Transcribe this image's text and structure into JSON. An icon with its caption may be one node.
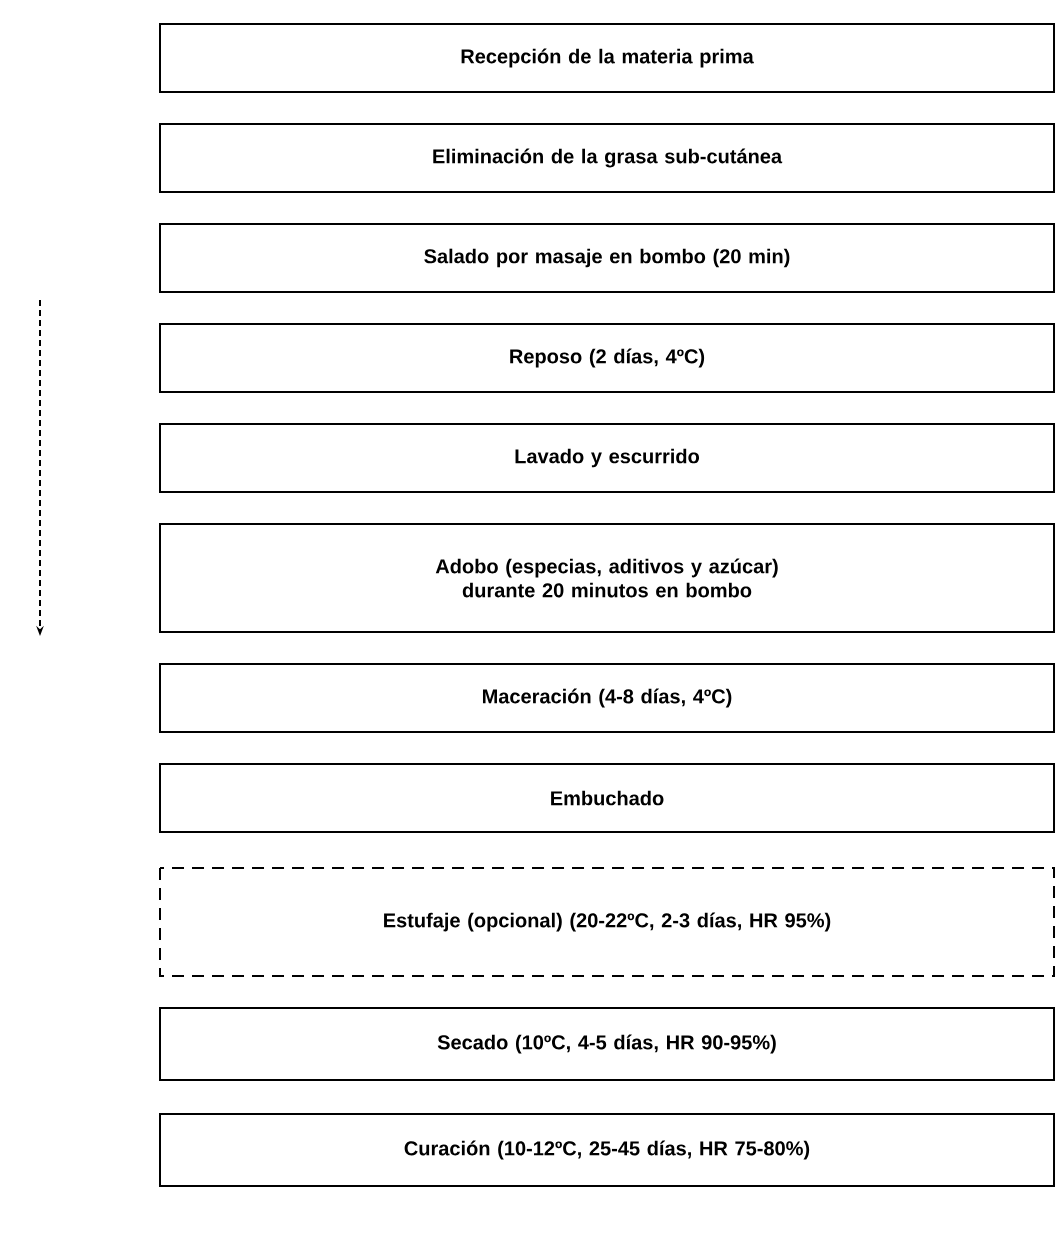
{
  "diagram": {
    "nodes": [
      {
        "text": [
          "Recepción de la materia prima"
        ]
      },
      {
        "text": [
          "Eliminación de la grasa sub-cutánea"
        ]
      },
      {
        "text": [
          "Salado por masaje en bombo (20 min)"
        ]
      },
      {
        "text": [
          "Reposo (2 días, 4ºC)"
        ]
      },
      {
        "text": [
          "Lavado y escurrido"
        ]
      },
      {
        "text": [
          "Adobo (especias, aditivos y azúcar) durante 20 minutos en bombo"
        ]
      },
      {
        "text": [
          "Maceración (4-8 días, 4ºC)"
        ]
      },
      {
        "text": [
          "Embuchado"
        ]
      },
      {
        "text": [
          "Estufaje (opcional) (20-22ºC, 2-3 días, HR 95%)"
        ]
      },
      {
        "text": [
          "Secado (10ºC, 4-5 días, HR 90-95%)"
        ]
      },
      {
        "text": [
          "Curación (10-12ºC, 25-45 días, HR 75-80%)"
        ]
      }
    ]
  }
}
